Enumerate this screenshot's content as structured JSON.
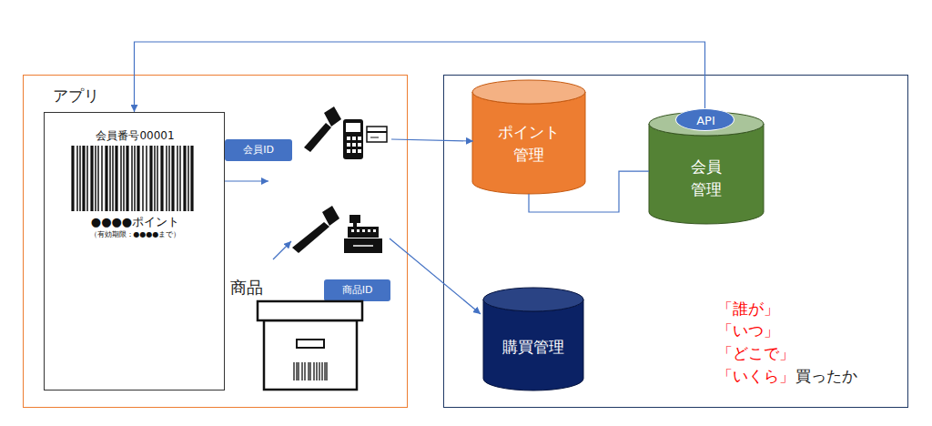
{
  "diagram": {
    "nodes": [
      {
        "text": [
          "アプリ"
        ]
      },
      {
        "text": [
          "会員番号00001",
          "●●●●ポイント",
          "（有効期限：●●●●まで）"
        ],
        "in": 0
      },
      {
        "text": [
          "会員ID"
        ],
        "in": 0
      },
      {
        "text": [
          "商品ID"
        ],
        "in": 0
      },
      {
        "text": [
          "「誰が」",
          "「いつ」",
          "「どこで」",
          "「いくら」"
        ]
      },
      {
        "text": [
          "ポイント 管理"
        ],
        "in": 4
      },
      {
        "text": [
          "API"
        ],
        "in": 4
      },
      {
        "text": [
          "会員 管理"
        ],
        "in": 4
      },
      {
        "text": [
          "購買管理"
        ],
        "in": 4
      }
    ],
    "edges": [
      {
        "from": 6,
        "to": 1,
        "arrow": "to"
      },
      {
        "from": 5,
        "to": 7,
        "arrow": "none"
      }
    ],
    "labels": [
      "商品",
      "買ったか"
    ]
  }
}
